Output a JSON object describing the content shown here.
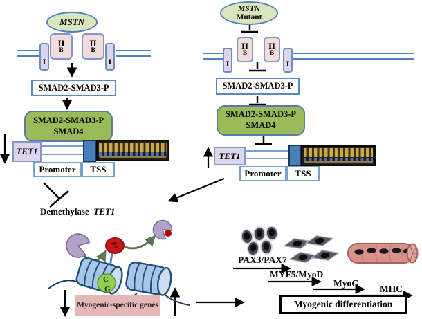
{
  "colors": {
    "membrane_blue": "#4f81bd",
    "complex_green": "#9bbb59",
    "receptor_pink": "#f2dcdb",
    "receptor_lavender": "#dcd6ec",
    "ligand_green": "#d9e5bc",
    "genes_pink": "#e5b8b7",
    "methyl_red": "#c00000",
    "cpg_green": "#92d050",
    "enzyme_purple": "#b3a2c7",
    "nucleosome_blue": "#a9c6e8"
  },
  "left_pathway": {
    "ligand": "MSTN",
    "receptor_type2": "II",
    "receptor_type2_sub": "B",
    "receptor_type1": "I",
    "smad_label": "SMAD2-SMAD3-P",
    "complex_line1": "SMAD2-SMAD3-P",
    "complex_line2": "SMAD4",
    "tet1_label": "TET1",
    "promoter_label": "Promoter",
    "tss_label": "TSS"
  },
  "right_pathway": {
    "ligand_line1": "MSTN",
    "ligand_line2": "Mutant",
    "receptor_type2": "II",
    "receptor_type2_sub": "B",
    "receptor_type1": "I",
    "smad_label": "SMAD2-SMAD3-P",
    "complex_line1": "SMAD2-SMAD3-P",
    "complex_line2": "SMAD4",
    "tet1_label": "TET1",
    "promoter_label": "Promoter",
    "tss_label": "TSS"
  },
  "demethylation": {
    "enzyme_label_prefix": "Demethylase",
    "enzyme_label_gene": "TET1",
    "cytosine": "C",
    "guanine": "G",
    "genes_box_label": "Myogenic-specific genes"
  },
  "differentiation": {
    "stage1_label": "PAX3/PAX7",
    "stage2_label": "MYF5/MyoD",
    "stage3_label": "MyoG",
    "stage4_label": "MHC",
    "outcome_label": "Myogenic differentiation"
  }
}
